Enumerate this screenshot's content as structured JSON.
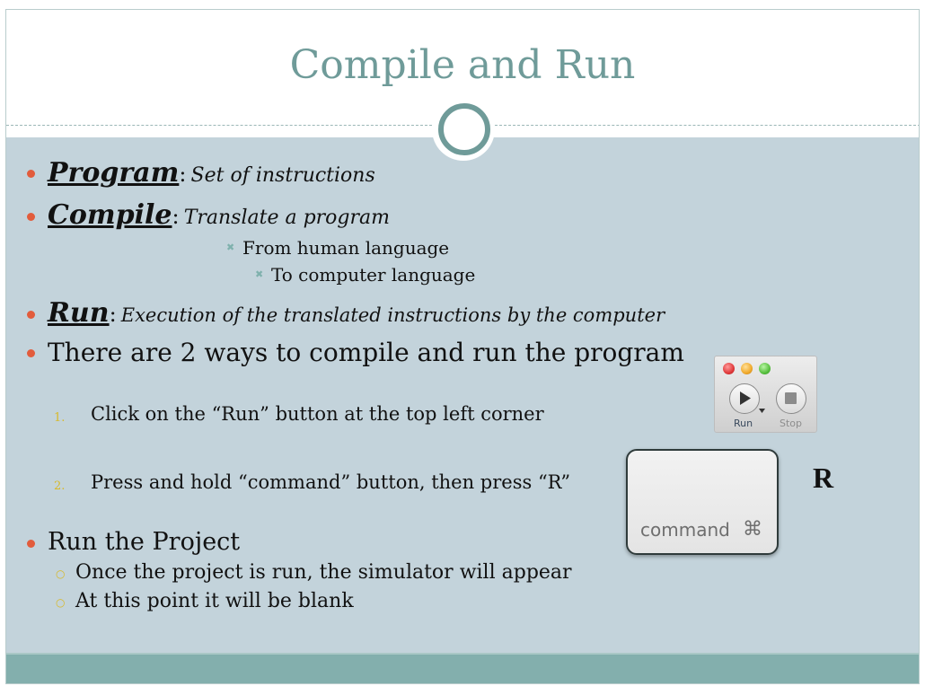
{
  "slide": {
    "title": "Compile and Run",
    "bullets": [
      {
        "term": "Program",
        "colon": ":",
        "definition": "Set of instructions"
      },
      {
        "term": "Compile",
        "colon": ":",
        "definition": "Translate a program",
        "sub": [
          "From human language",
          "To computer language"
        ]
      },
      {
        "term": "Run",
        "colon": ":",
        "definition": "Execution of the translated instructions by the computer"
      }
    ],
    "ways_heading": "There are 2 ways to compile and run the program",
    "ways": [
      {
        "number": "1.",
        "text": "Click on the “Run” button at the top left corner"
      },
      {
        "number": "2.",
        "text": "Press and hold “command” button, then press “R”"
      }
    ],
    "run_project": {
      "heading": "Run the Project",
      "items": [
        "Once the project is run, the simulator will appear",
        "At this point it will be blank"
      ]
    },
    "toolbar_image": {
      "run_label": "Run",
      "stop_label": "Stop",
      "traffic_lights": [
        "#e0393a",
        "#f0a92a",
        "#57c03e"
      ]
    },
    "command_key": {
      "label": "command",
      "symbol": "⌘"
    },
    "r_key": "R"
  },
  "colors": {
    "title": "#6f9b99",
    "body_bg": "#c3d3db",
    "footer": "#83afad",
    "bullet": "#e25c3c",
    "number": "#d8b92a",
    "sub_marker": "#7fb1ad"
  }
}
